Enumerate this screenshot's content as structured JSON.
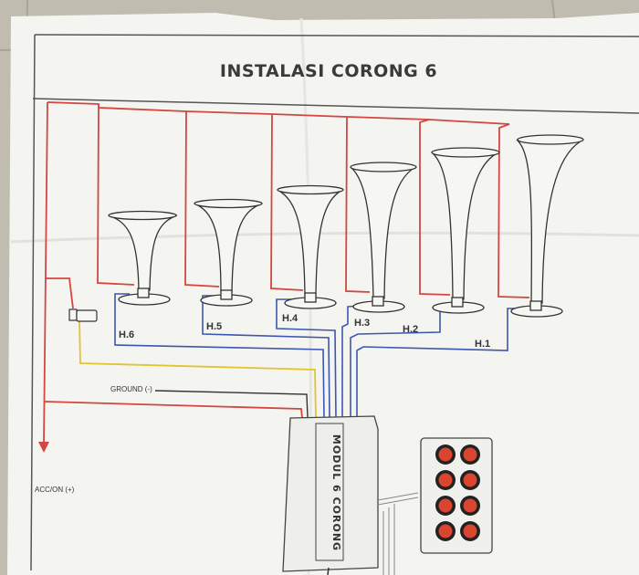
{
  "diagram": {
    "title": "INSTALASI CORONG 6",
    "horn_labels": [
      "H.1",
      "H.2",
      "H.3",
      "H.4",
      "H.5",
      "H.6"
    ],
    "ground_label": "GROUND (-)",
    "acc_label": "ACC/ON (+)",
    "module_label": "MODUL 6 CORONG",
    "button_count": 8,
    "colors": {
      "positive_wire": "#d2473f",
      "signal_wire": "#3d56b0",
      "switch_wire": "#e0c430",
      "ground_wire": "#333333",
      "button": "#d9452e",
      "paper": "#f4f4f1"
    }
  }
}
